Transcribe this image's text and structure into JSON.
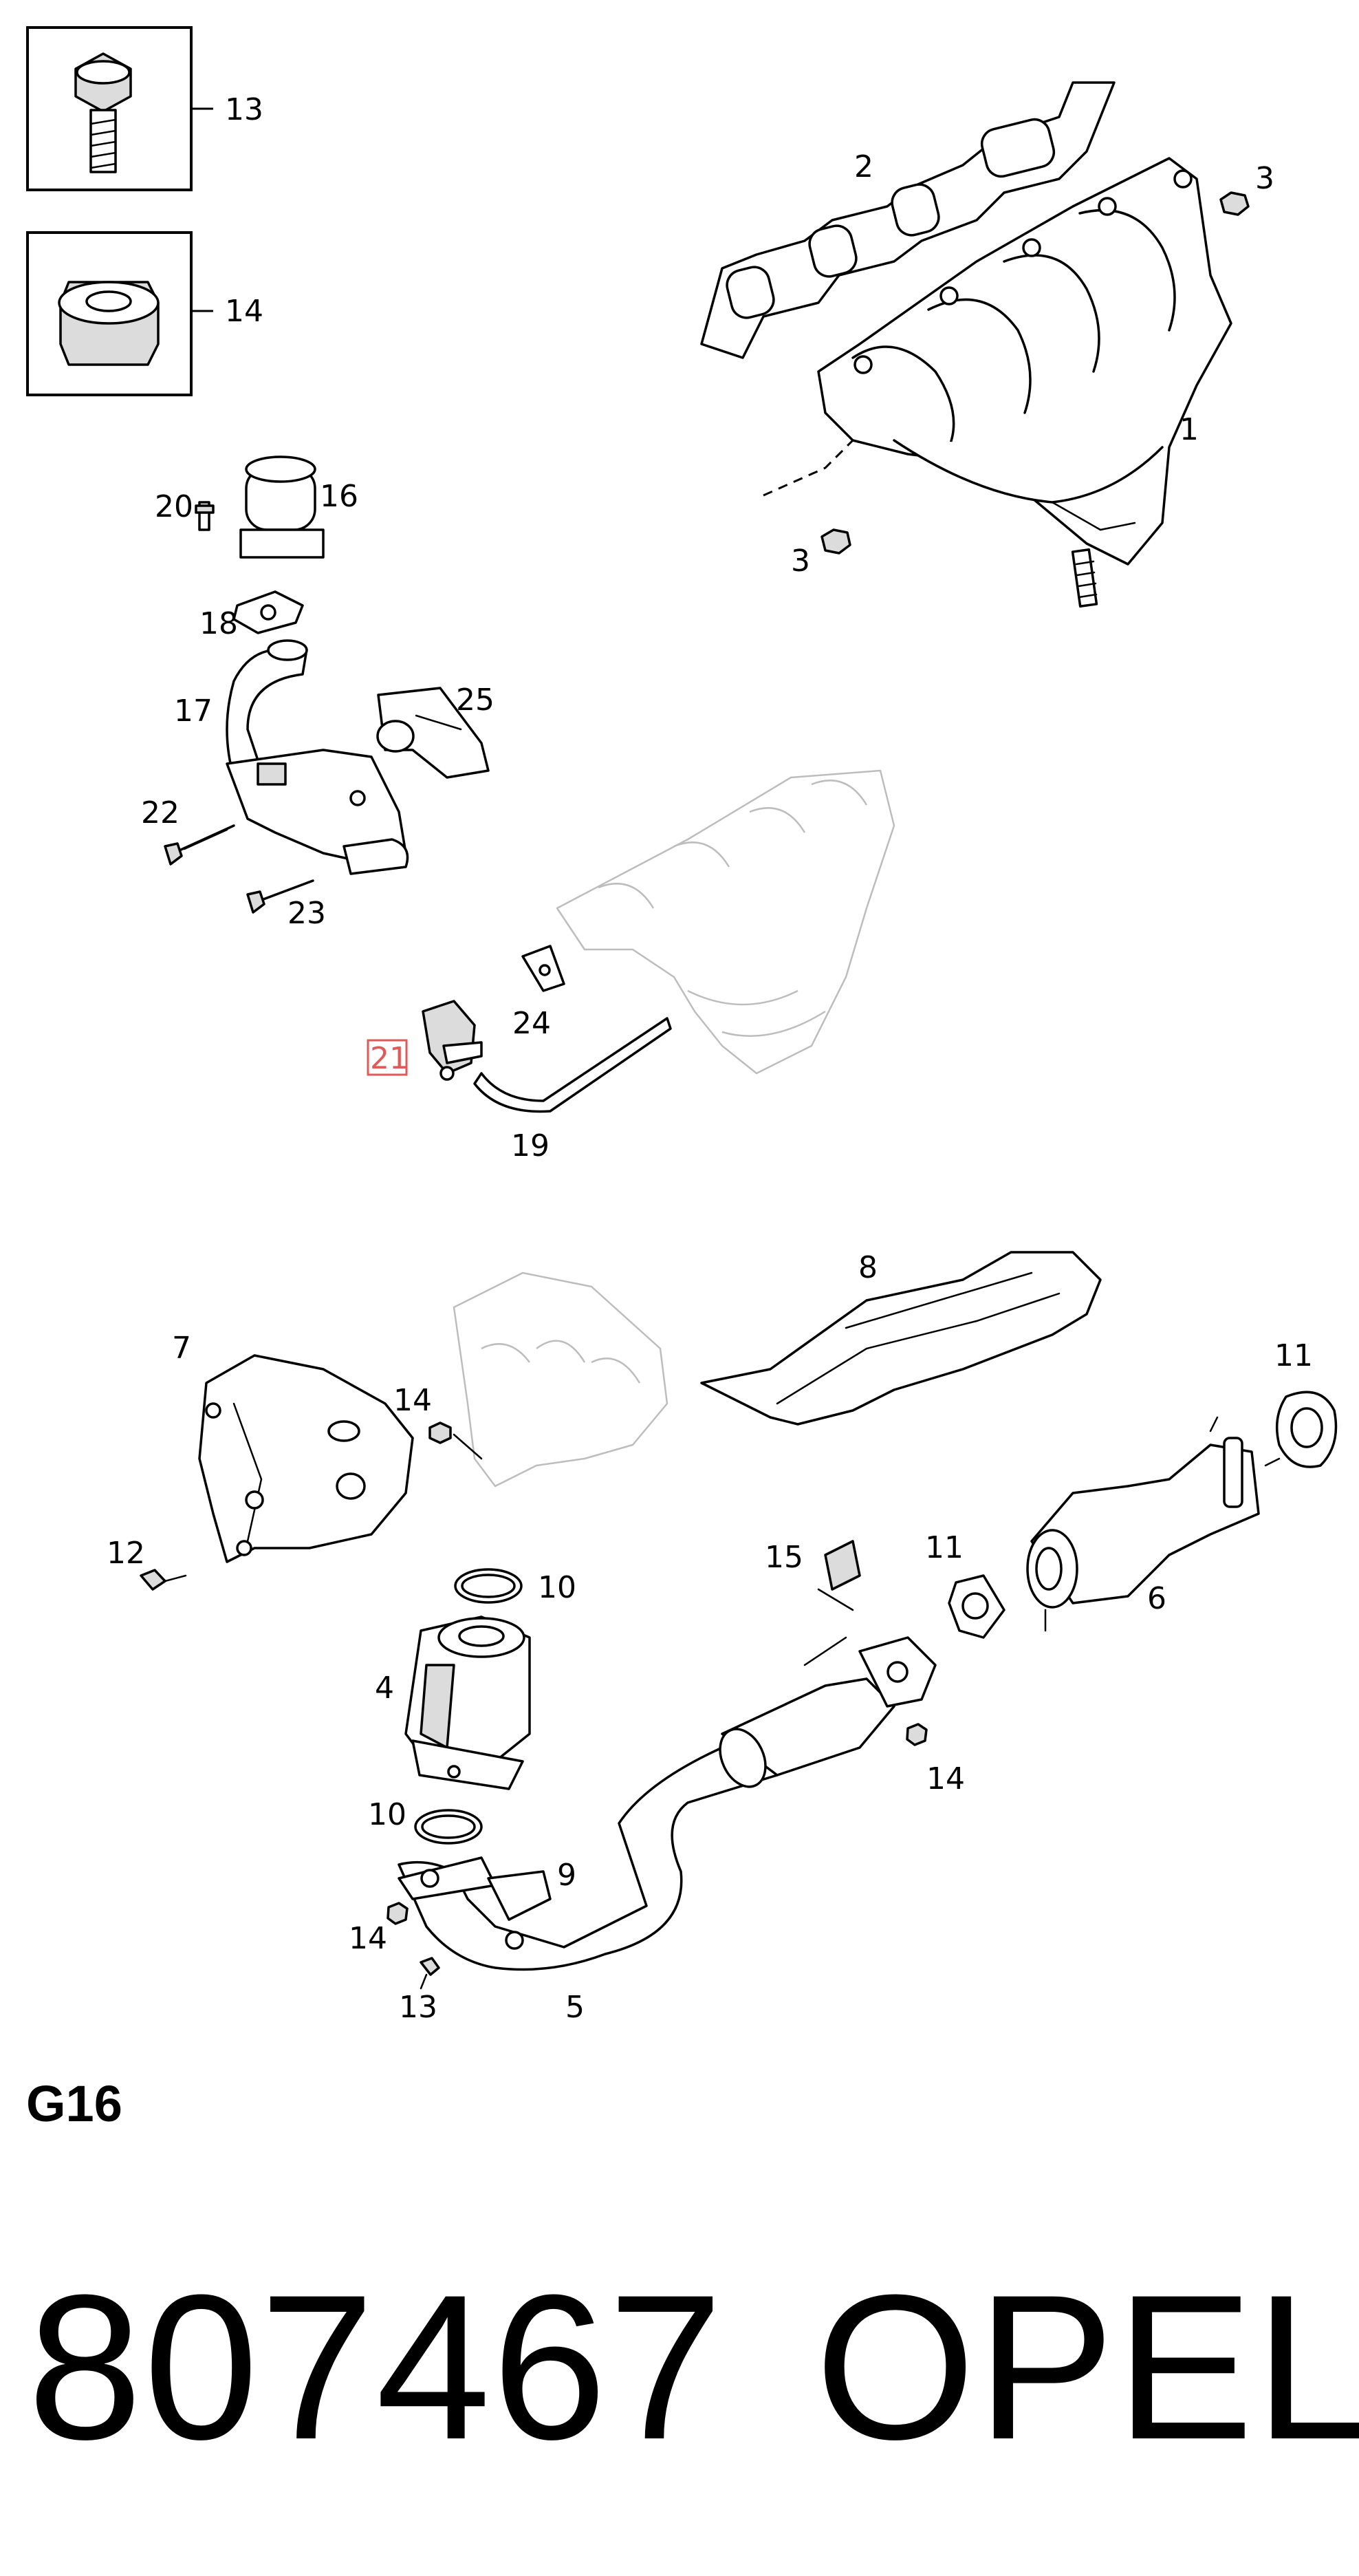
{
  "diagram": {
    "callouts": {
      "c1": "1",
      "c2": "2",
      "c3a": "3",
      "c3b": "3",
      "c4": "4",
      "c5": "5",
      "c6": "6",
      "c7": "7",
      "c8": "8",
      "c9": "9",
      "c10a": "10",
      "c10b": "10",
      "c11a": "11",
      "c11b": "11",
      "c12": "12",
      "c13a": "13",
      "c13b": "13",
      "c14a": "14",
      "c14b": "14",
      "c14c": "14",
      "c14d": "14",
      "c15": "15",
      "c16": "16",
      "c17": "17",
      "c18": "18",
      "c19": "19",
      "c20": "20",
      "c21": "21",
      "c22": "22",
      "c23": "23",
      "c24": "24",
      "c25": "25"
    },
    "highlighted_part": "21",
    "highlight_color": "#e05a5a"
  },
  "engine_code": "G16",
  "part_number": "807467",
  "brand": "OPEL"
}
